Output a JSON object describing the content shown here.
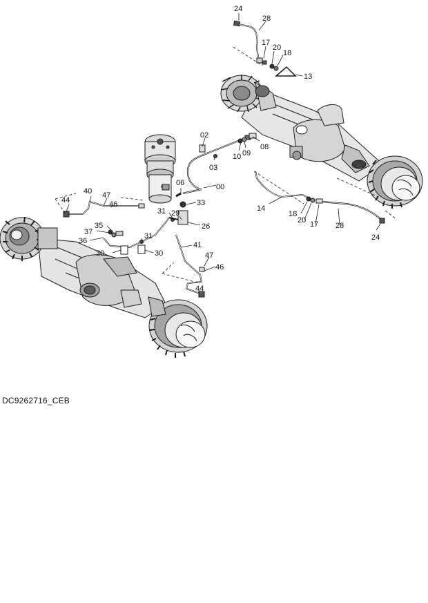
{
  "drawing": {
    "code": "DC9262716_CEB",
    "colors": {
      "line": "#1a1a1a",
      "fill_light": "#f2f2f2",
      "fill_mid": "#c9c9c9",
      "fill_dark": "#4a4a4a"
    }
  },
  "callouts": {
    "n24_top": "24",
    "n28_top": "28",
    "n17_top": "17",
    "n20_top": "20",
    "n18_top": "18",
    "n13": "13",
    "n02": "02",
    "n10": "10",
    "n09": "09",
    "n08": "08",
    "n03": "03",
    "n06": "06",
    "n00": "00",
    "n33": "33",
    "n31_a": "31",
    "n29": "29",
    "n26": "26",
    "n40": "40",
    "n47_a": "47",
    "n46_a": "46",
    "n44_a": "44",
    "n35": "35",
    "n37": "37",
    "n36": "36",
    "n31_b": "31",
    "n30_a": "30",
    "n30_b": "30",
    "n41": "41",
    "n47_b": "47",
    "n46_b": "46",
    "n44_b": "44",
    "n14": "14",
    "n18_r": "18",
    "n20_r": "20",
    "n17_r": "17",
    "n28_r": "28",
    "n24_r": "24"
  }
}
